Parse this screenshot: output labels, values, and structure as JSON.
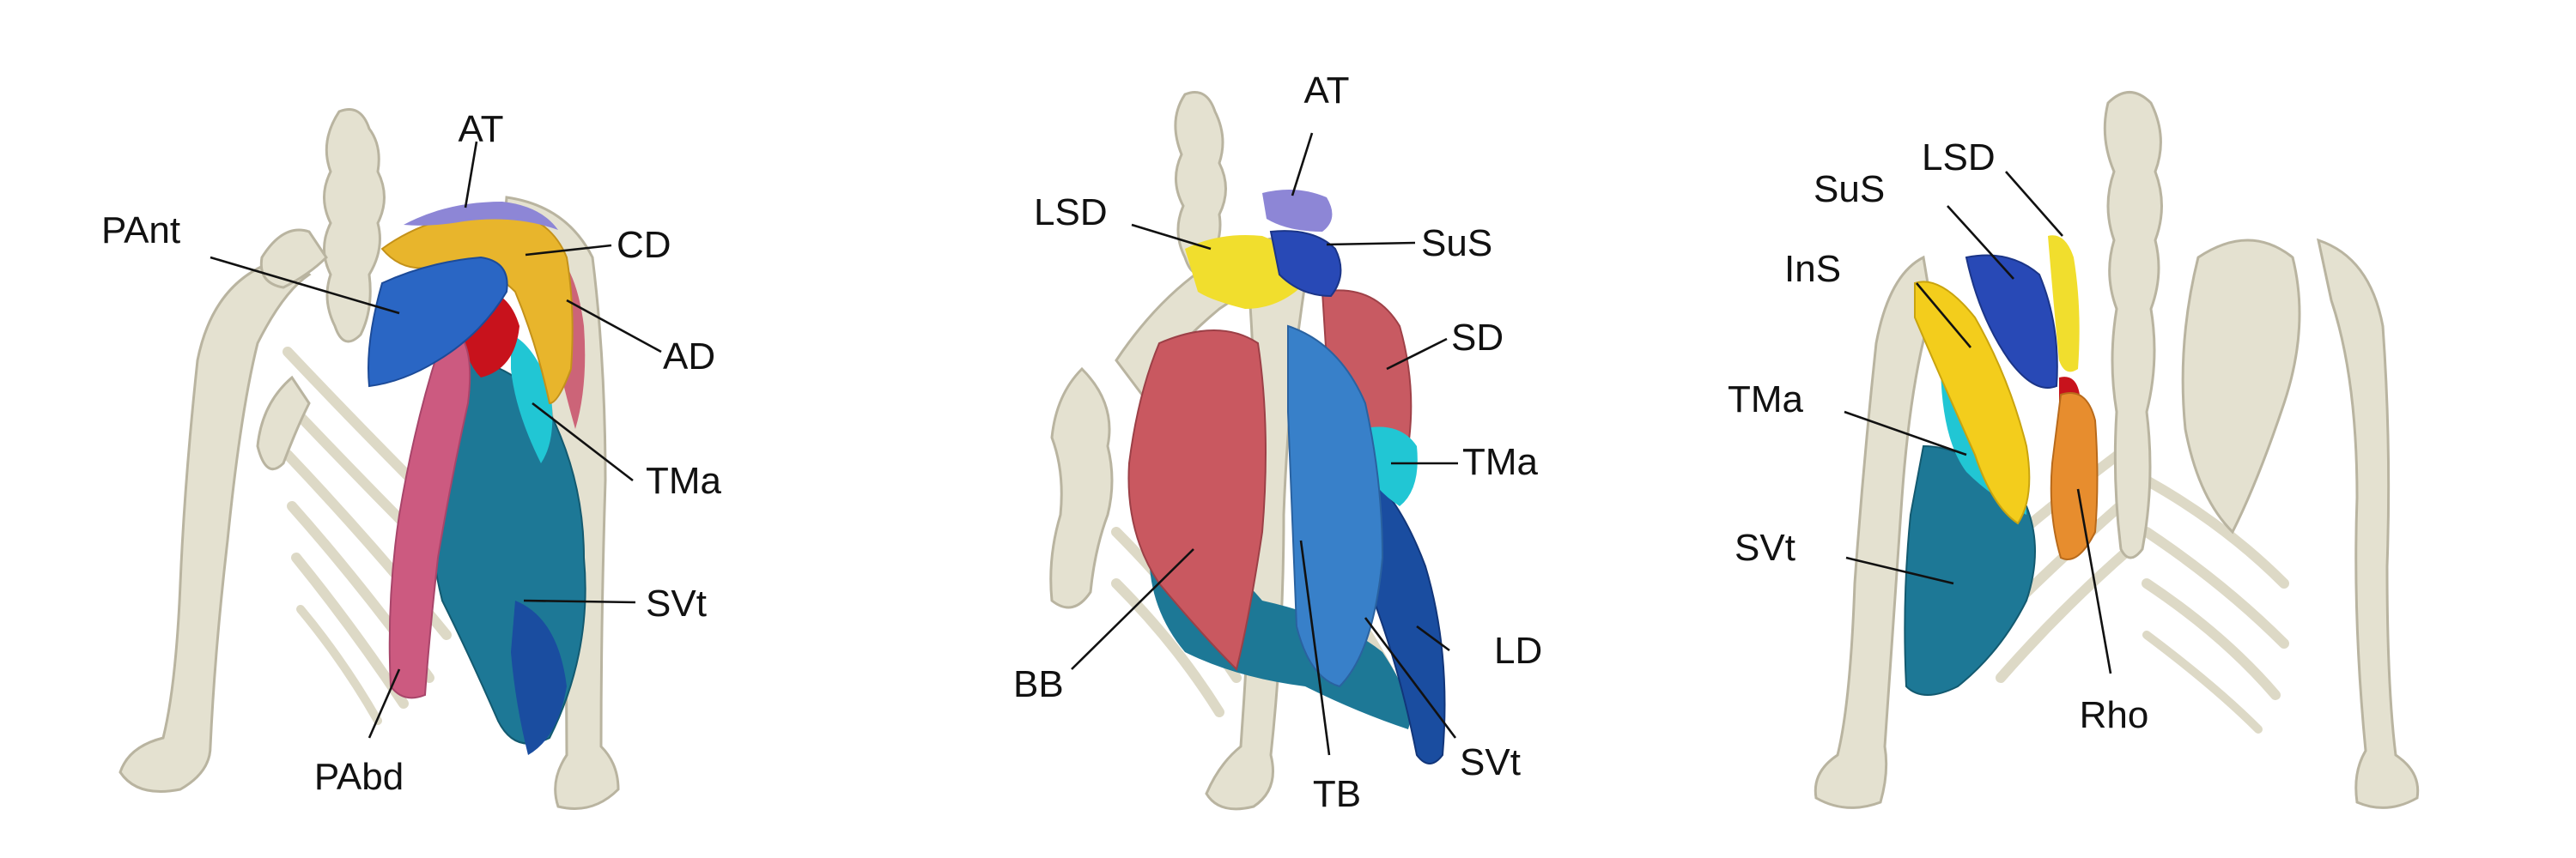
{
  "colors": {
    "bone": "#e4e1d0",
    "AT": "#8d86d6",
    "CD": "#e8b52c",
    "PAnt": "#2a66c4",
    "AD": "#cc6478",
    "TMa": "#21c6d4",
    "SVt": "#1d7896",
    "PAbd": "#cc5a80",
    "LSD": "#f1de2d",
    "SuS": "#2849b6",
    "SD": "#c85a62",
    "BB": "#c95860",
    "TB": "#3880c9",
    "LD": "#1a4da0",
    "InS": "#f3cd1c",
    "Rho": "#e78d2e",
    "red": "#c8121c"
  },
  "views": [
    {
      "name": "left-view",
      "labels": [
        {
          "id": "AT",
          "text": "AT"
        },
        {
          "id": "PAnt",
          "text": "PAnt"
        },
        {
          "id": "CD",
          "text": "CD"
        },
        {
          "id": "AD",
          "text": "AD"
        },
        {
          "id": "TMa",
          "text": "TMa"
        },
        {
          "id": "SVt",
          "text": "SVt"
        },
        {
          "id": "PAbd",
          "text": "PAbd"
        }
      ]
    },
    {
      "name": "middle-view",
      "labels": [
        {
          "id": "AT",
          "text": "AT"
        },
        {
          "id": "LSD",
          "text": "LSD"
        },
        {
          "id": "SuS",
          "text": "SuS"
        },
        {
          "id": "SD",
          "text": "SD"
        },
        {
          "id": "TMa",
          "text": "TMa"
        },
        {
          "id": "BB",
          "text": "BB"
        },
        {
          "id": "LD",
          "text": "LD"
        },
        {
          "id": "TB",
          "text": "TB"
        },
        {
          "id": "SVt",
          "text": "SVt"
        }
      ]
    },
    {
      "name": "right-view",
      "labels": [
        {
          "id": "SuS",
          "text": "SuS"
        },
        {
          "id": "LSD",
          "text": "LSD"
        },
        {
          "id": "InS",
          "text": "InS"
        },
        {
          "id": "TMa",
          "text": "TMa"
        },
        {
          "id": "SVt",
          "text": "SVt"
        },
        {
          "id": "Rho",
          "text": "Rho"
        }
      ]
    }
  ]
}
